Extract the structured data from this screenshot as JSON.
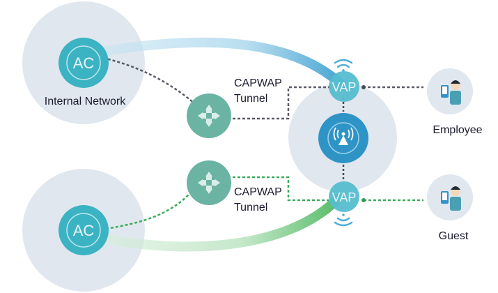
{
  "diagram": {
    "title": "",
    "colors": {
      "halo": "#e1e7ef",
      "ac": "#3cb3c3",
      "relay": "#6bb3a3",
      "ap": "#2e94c6",
      "vap": "#56bdcf",
      "user_bg": "#e1e7ef",
      "employee_link": "#5a5a66",
      "guest_link": "#3aaa5a",
      "employee_beam": "#9dd0e8",
      "guest_beam": "#7fcf8a"
    },
    "nodes": {
      "ac_top": {
        "text": "AC",
        "label": "Internal Network",
        "icon": "ac-controller-icon"
      },
      "ac_bottom": {
        "text": "AC",
        "label": "",
        "icon": "ac-controller-icon"
      },
      "relay_top": {
        "icon": "router-arrows-icon"
      },
      "relay_bottom": {
        "icon": "router-arrows-icon"
      },
      "ap": {
        "icon": "wireless-ap-icon"
      },
      "vap_top": {
        "text": "VAP",
        "icon": "wifi-signal-icon"
      },
      "vap_bottom": {
        "text": "VAP",
        "icon": "wifi-signal-icon"
      },
      "employee": {
        "label": "Employee",
        "icon": "user-with-phone-icon"
      },
      "guest": {
        "label": "Guest",
        "icon": "user-with-phone-icon"
      }
    },
    "tunnels": {
      "top": {
        "line1": "CAPWAP",
        "line2": "Tunnel"
      },
      "bottom": {
        "line1": "CAPWAP",
        "line2": "Tunnel"
      }
    }
  }
}
